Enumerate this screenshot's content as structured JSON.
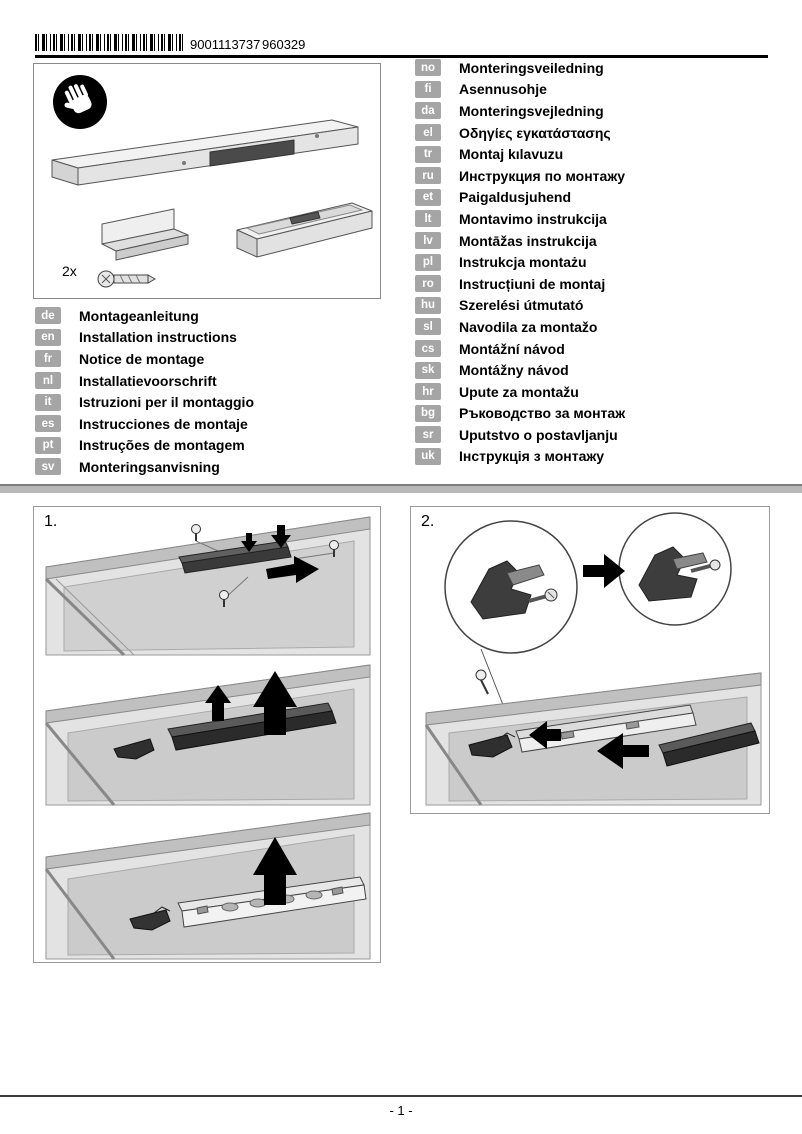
{
  "header": {
    "barcode_digits": "9001113737",
    "print_code": "960329"
  },
  "parts_box": {
    "screw_quantity": "2x"
  },
  "languages_left": [
    {
      "code": "de",
      "label": "Montageanleitung"
    },
    {
      "code": "en",
      "label": "Installation instructions"
    },
    {
      "code": "fr",
      "label": "Notice de montage"
    },
    {
      "code": "nl",
      "label": "Installatievoorschrift"
    },
    {
      "code": "it",
      "label": "Istruzioni per il montaggio"
    },
    {
      "code": "es",
      "label": "Instrucciones de montaje"
    },
    {
      "code": "pt",
      "label": "Instruções de montagem"
    },
    {
      "code": "sv",
      "label": "Monteringsanvisning"
    }
  ],
  "languages_right": [
    {
      "code": "no",
      "label": "Monteringsveiledning"
    },
    {
      "code": "fi",
      "label": "Asennusohje"
    },
    {
      "code": "da",
      "label": "Monteringsvejledning"
    },
    {
      "code": "el",
      "label": "Οδηγίες εγκατάστασης"
    },
    {
      "code": "tr",
      "label": "Montaj kılavuzu"
    },
    {
      "code": "ru",
      "label": "Инструкция по монтажу"
    },
    {
      "code": "et",
      "label": "Paigaldusjuhend"
    },
    {
      "code": "lt",
      "label": "Montavimo instrukcija"
    },
    {
      "code": "lv",
      "label": "Montāžas instrukcija"
    },
    {
      "code": "pl",
      "label": "Instrukcja montażu"
    },
    {
      "code": "ro",
      "label": "Instrucțiuni de montaj"
    },
    {
      "code": "hu",
      "label": "Szerelési útmutató"
    },
    {
      "code": "sl",
      "label": "Navodila za montažo"
    },
    {
      "code": "cs",
      "label": "Montážní návod"
    },
    {
      "code": "sk",
      "label": "Montážny návod"
    },
    {
      "code": "hr",
      "label": "Upute za montažu"
    },
    {
      "code": "bg",
      "label": "Ръководство за монтаж"
    },
    {
      "code": "sr",
      "label": "Uputstvo o postavljanju"
    },
    {
      "code": "uk",
      "label": "Інструкція з монтажу"
    }
  ],
  "steps": {
    "step1": "1.",
    "step2": "2."
  },
  "footer": {
    "page_number": "- 1 -"
  }
}
